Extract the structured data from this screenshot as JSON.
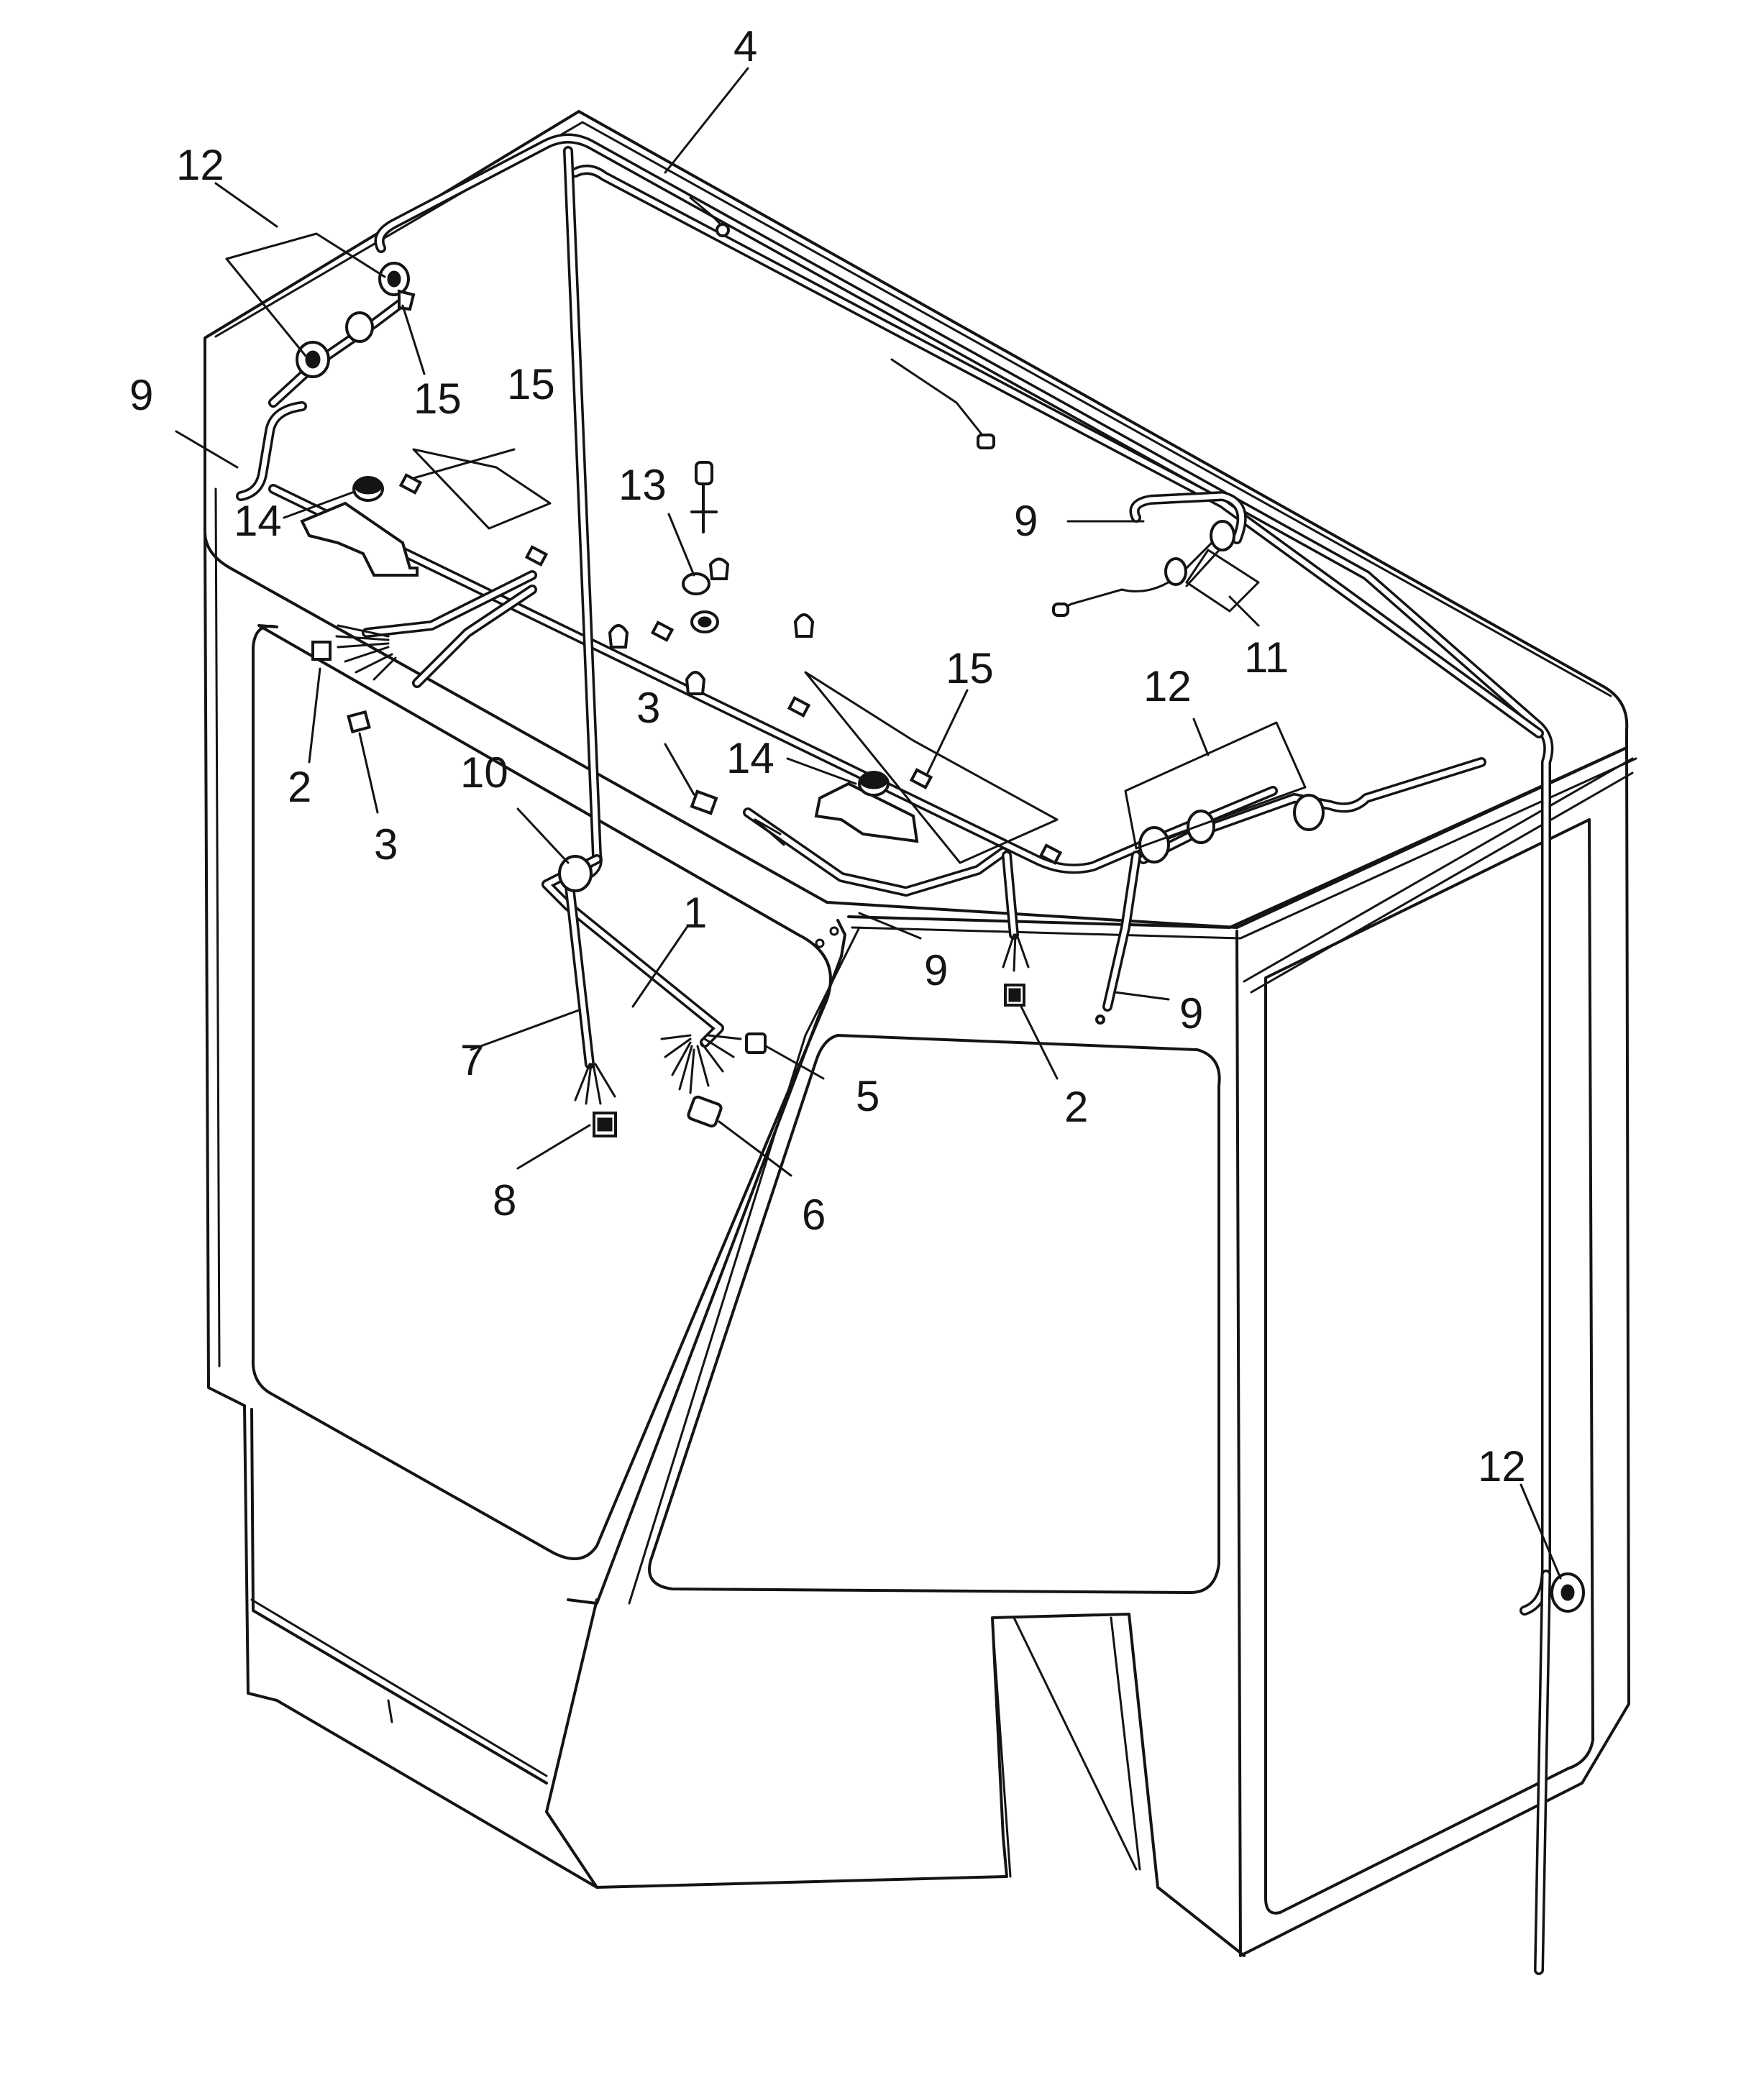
{
  "diagram": {
    "callouts": [
      {
        "id": "c4",
        "label": "4"
      },
      {
        "id": "c12a",
        "label": "12"
      },
      {
        "id": "c9a",
        "label": "9"
      },
      {
        "id": "c15a",
        "label": "15"
      },
      {
        "id": "c15b",
        "label": "15"
      },
      {
        "id": "c14a",
        "label": "14"
      },
      {
        "id": "c13",
        "label": "13"
      },
      {
        "id": "c9b",
        "label": "9"
      },
      {
        "id": "c11",
        "label": "11"
      },
      {
        "id": "c2a",
        "label": "2"
      },
      {
        "id": "c3a",
        "label": "3"
      },
      {
        "id": "c10",
        "label": "10"
      },
      {
        "id": "c3b",
        "label": "3"
      },
      {
        "id": "c14b",
        "label": "14"
      },
      {
        "id": "c15c",
        "label": "15"
      },
      {
        "id": "c12b",
        "label": "12"
      },
      {
        "id": "c1",
        "label": "1"
      },
      {
        "id": "c9c",
        "label": "9"
      },
      {
        "id": "c9d",
        "label": "9"
      },
      {
        "id": "c7",
        "label": "7"
      },
      {
        "id": "c5",
        "label": "5"
      },
      {
        "id": "c2b",
        "label": "2"
      },
      {
        "id": "c8",
        "label": "8"
      },
      {
        "id": "c6",
        "label": "6"
      },
      {
        "id": "c12c",
        "label": "12"
      }
    ]
  }
}
